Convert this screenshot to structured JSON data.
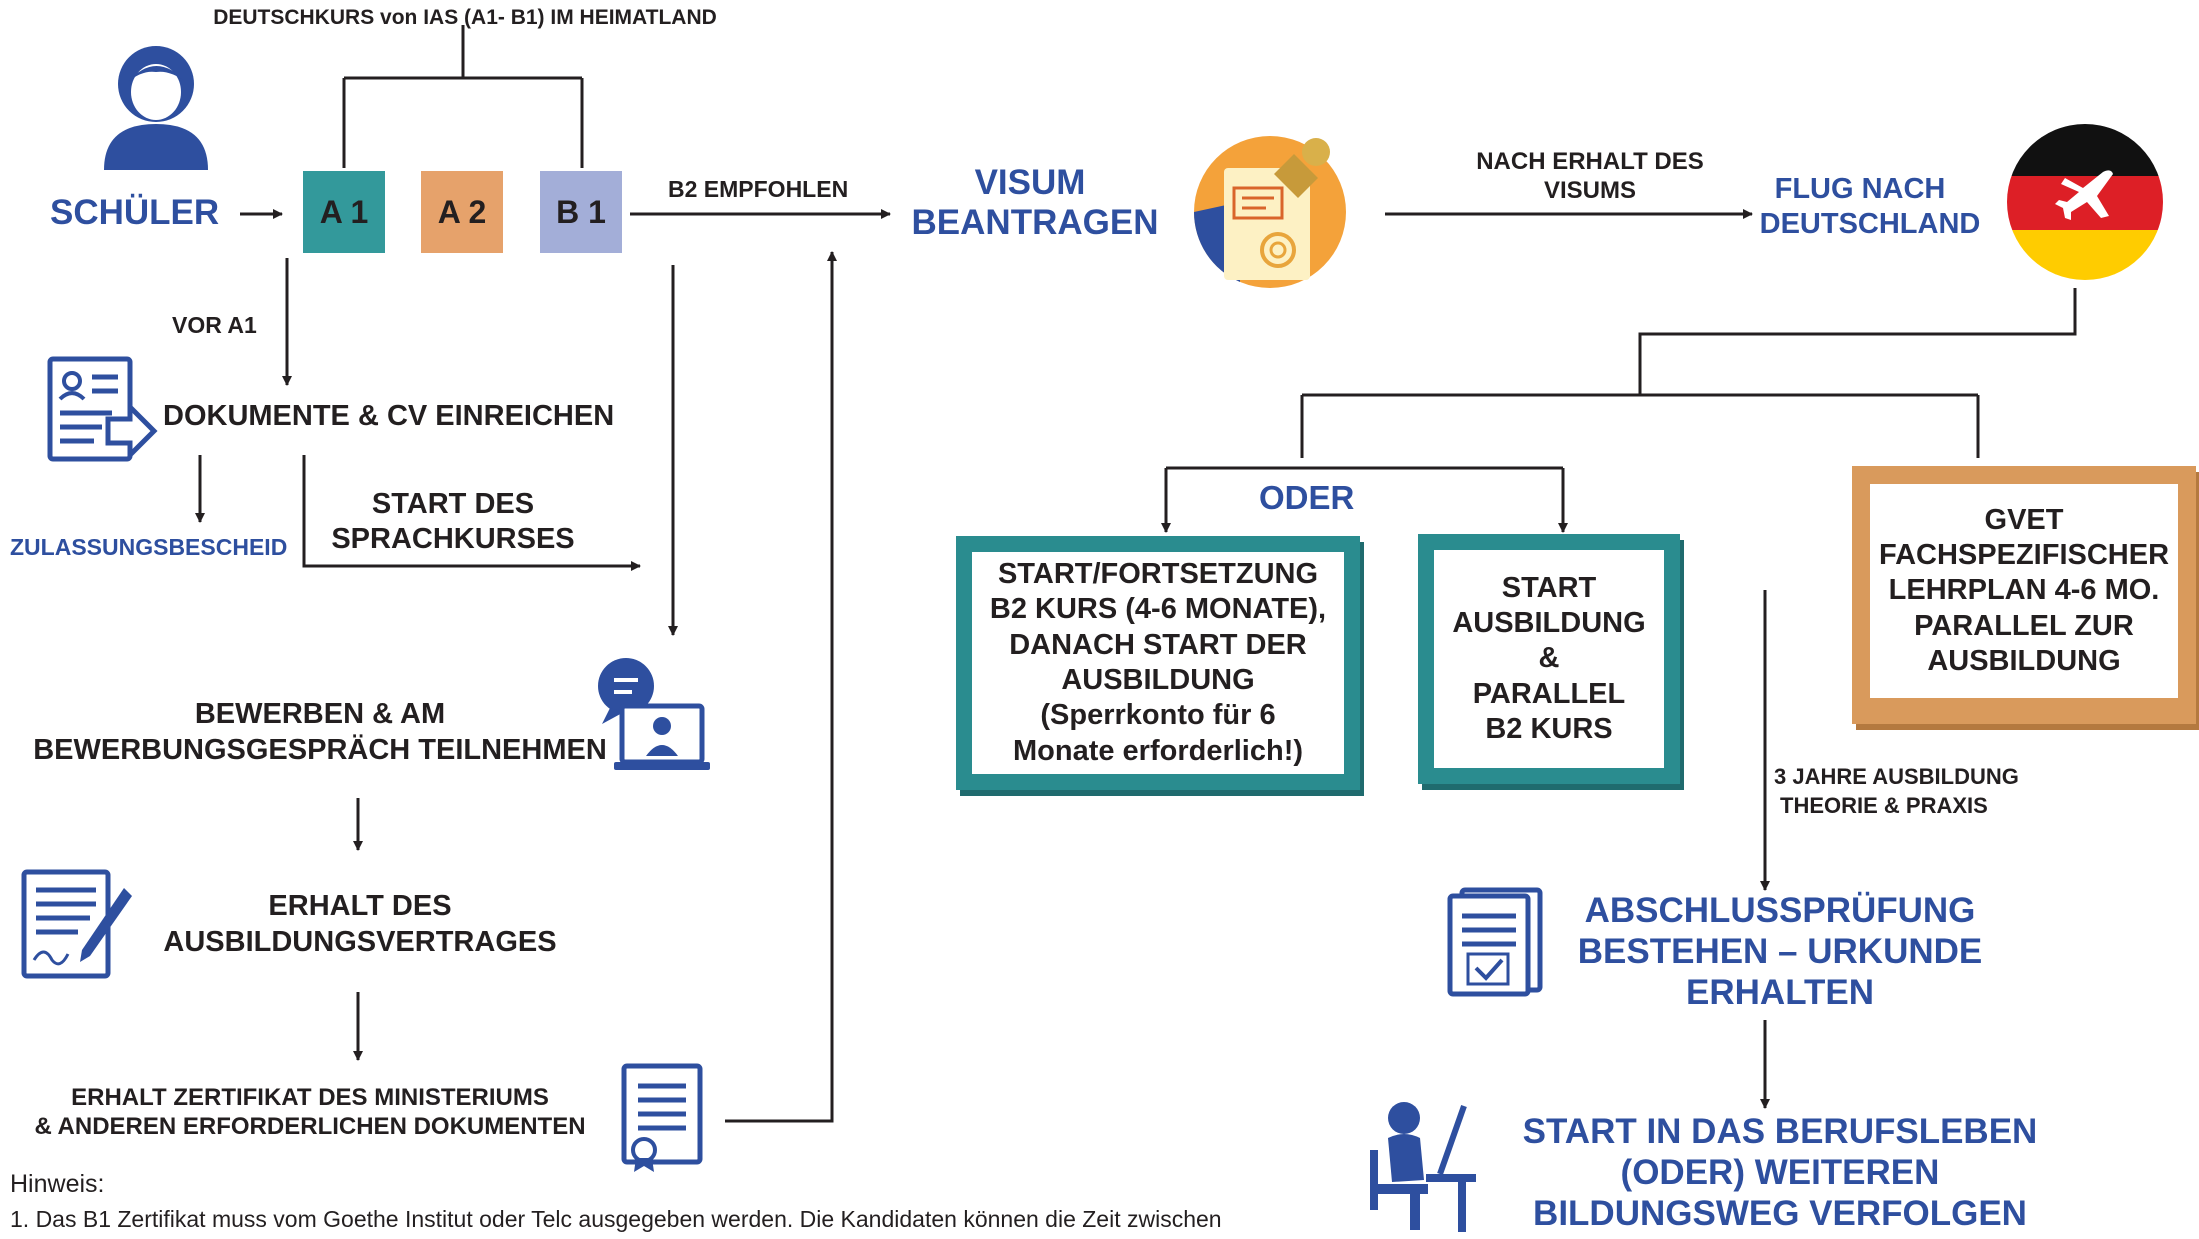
{
  "header": {
    "title": "DEUTSCHKURS von IAS (A1- B1) IM HEIMATLAND"
  },
  "student": {
    "label": "SCHÜLER"
  },
  "levels": {
    "a1": "A 1",
    "a2": "A 2",
    "b1": "B 1"
  },
  "flow": {
    "b2_recommended": "B2 EMPFOHLEN",
    "before_a1": "VOR A1",
    "documents": "DOKUMENTE & CV EINREICHEN",
    "admission": "ZULASSUNGSBESCHEID",
    "start_course_line1": "START DES",
    "start_course_line2": "SPRACHKURSES",
    "apply_line1": "BEWERBEN & AM",
    "apply_line2": "BEWERBUNGSGESPRÄCH TEILNEHMEN",
    "contract_line1": "ERHALT DES",
    "contract_line2": "AUSBILDUNGSVERTRAGES",
    "certificate_line1": "ERHALT ZERTIFIKAT DES MINISTERIUMS",
    "certificate_line2": "& ANDEREN ERFORDERLICHEN DOKUMENTEN",
    "visa_line1": "VISUM",
    "visa_line2": "BEANTRAGEN",
    "after_visa_line1": "NACH ERHALT DES",
    "after_visa_line2": "VISUMS",
    "flight_line1": "FLUG NACH",
    "flight_line2": "DEUTSCHLAND",
    "or": "ODER",
    "option1": [
      "START/FORTSETZUNG",
      "B2 KURS (4-6 MONATE),",
      "DANACH START DER",
      "AUSBILDUNG",
      "(Sperrkonto für 6",
      "Monate erforderlich!)"
    ],
    "option2": [
      "START",
      "AUSBILDUNG",
      "&",
      "PARALLEL",
      "B2 KURS"
    ],
    "gvet": [
      "GVET",
      "FACHSPEZIFISCHER",
      "LEHRPLAN 4-6 MO.",
      "PARALLEL ZUR",
      "AUSBILDUNG"
    ],
    "training_duration_line1": "3 JAHRE AUSBILDUNG",
    "training_duration_line2": "THEORIE & PRAXIS",
    "exam": [
      "ABSCHLUSSPRÜFUNG",
      "BESTEHEN – URKUNDE",
      "ERHALTEN"
    ],
    "career": [
      "START IN DAS BERUFSLEBEN",
      "(ODER) WEITEREN",
      "BILDUNGSWEG VERFOLGEN"
    ]
  },
  "note": {
    "heading": "Hinweis:",
    "text": "1. Das B1 Zertifikat muss vom Goethe Institut oder Telc ausgegeben werden. Die Kandidaten können die Zeit zwischen"
  },
  "colors": {
    "primary_blue": "#2e4f9f",
    "teal": "#2a8c8f",
    "orange": "#d99a5c",
    "a1": "#33999b",
    "a2": "#e6a26b",
    "b1": "#a3aed8",
    "text": "#231f20"
  },
  "icons": [
    "student-icon",
    "document-cv-icon",
    "video-interview-icon",
    "contract-signing-icon",
    "certificate-icon",
    "visa-stamp-icon",
    "germany-flag-plane-icon",
    "exam-checklist-icon",
    "office-worker-icon"
  ]
}
